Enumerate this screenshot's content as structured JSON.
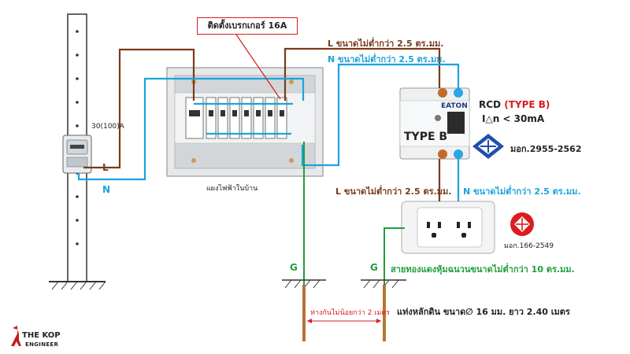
{
  "callout": {
    "breaker_text": "ติดตั้งเบรกเกอร์ 16A"
  },
  "meter": {
    "rating": "30(100)A"
  },
  "panel": {
    "caption": "แผงไฟฟ้าในบ้าน"
  },
  "rcd": {
    "label_rcd": "RCD",
    "label_type": "(TYPE B)",
    "label_current": "I△n < 30mA",
    "device_text": "TYPE B",
    "brand": "EATON",
    "standard": "มอก.2955-2562"
  },
  "outlet": {
    "standard": "มอก.166-2549"
  },
  "wires": {
    "top_L": "L  ขนาดไม่ต่ำกว่า 2.5 ตร.มม.",
    "top_N": "N  ขนาดไม่ต่ำกว่า 2.5 ตร.มม.",
    "mid_L": "L  ขนาดไม่ต่ำกว่า 2.5 ตร.มม.",
    "mid_N": "N  ขนาดไม่ต่ำกว่า 2.5 ตร.มม.",
    "pole_L": "L",
    "pole_N": "N",
    "ground_G1": "G",
    "ground_G2": "G",
    "ground_wire": "สายทองแดงหุ้มฉนวนขนาดไม่ต่ำกว่า 10 ตร.มม.",
    "rod_text": "แท่งหลักดิน ขนาด∅ 16 มม. ยาว 2.40 เมตร",
    "spacing": "ห่างกันไม่น้อยกว่า  2 เมตร"
  },
  "brand": {
    "name": "THE KOP",
    "sub": "ENGINEER"
  },
  "colors": {
    "line": "#7a3b1a",
    "neutral": "#1aa3e0",
    "ground": "#1e9e3c",
    "accent": "#d81e1e"
  }
}
